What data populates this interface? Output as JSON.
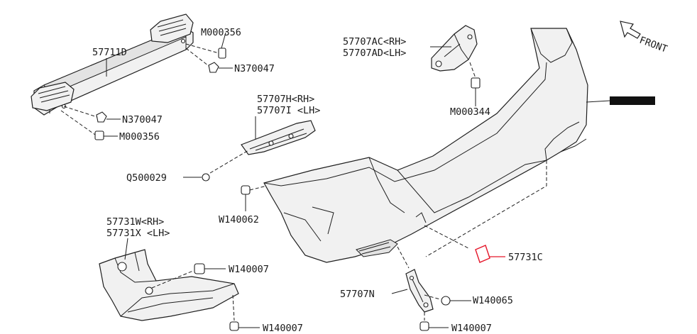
{
  "labels": {
    "reinforcement": "57711D",
    "bolt_top_right": "M000356",
    "nut_top_right": "N370047",
    "nut_left": "N370047",
    "bolt_left": "M000356",
    "bracket_upper_side": "57707AC<RH>",
    "bracket_upper_side_lh": "57707AD<LH>",
    "bolt_upper_bracket": "M000344",
    "side_bracket": "57707H<RH>",
    "side_bracket_lh": "57707I <LH>",
    "clip_side": "Q500029",
    "clip_bumper": "W140062",
    "splash_guard": "57731W<RH>",
    "splash_guard_lh": "57731X <LH>",
    "clip_splash_upper": "W140007",
    "clip_splash_lower": "W140007",
    "cover_red": "57731C",
    "lower_bracket": "57707N",
    "clip_lower_bracket": "W140065",
    "clip_lower_bracket_bottom": "W140007",
    "front_arrow": "FRONT"
  },
  "colors": {
    "highlight": "#e5172b",
    "line": "#1e1e1e",
    "fill": "#f1f1f1"
  },
  "icons": {
    "front": "arrow-front-icon",
    "redacted": "redacted-label-bar"
  }
}
